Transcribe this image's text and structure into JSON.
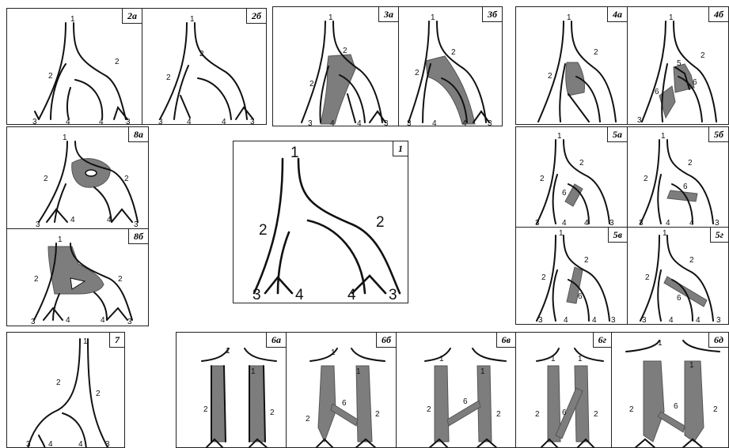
{
  "panels": {
    "p2a": {
      "tag": "2а"
    },
    "p2b": {
      "tag": "2б"
    },
    "p3a": {
      "tag": "3а"
    },
    "p3b": {
      "tag": "3б"
    },
    "p4a": {
      "tag": "4а"
    },
    "p4b": {
      "tag": "4б"
    },
    "p8a": {
      "tag": "8а"
    },
    "p8b": {
      "tag": "8б"
    },
    "p1": {
      "tag": "1"
    },
    "p5a": {
      "tag": "5а"
    },
    "p5b": {
      "tag": "5б"
    },
    "p5v": {
      "tag": "5в"
    },
    "p5g": {
      "tag": "5г"
    },
    "p7": {
      "tag": "7"
    },
    "p6a": {
      "tag": "6а"
    },
    "p6b": {
      "tag": "6б"
    },
    "p6v": {
      "tag": "6в"
    },
    "p6g": {
      "tag": "6г"
    },
    "p6d": {
      "tag": "6д"
    }
  },
  "labels": {
    "n1": "1",
    "n2": "2",
    "n3": "3",
    "n4": "4",
    "n5": "5",
    "n6": "6"
  }
}
